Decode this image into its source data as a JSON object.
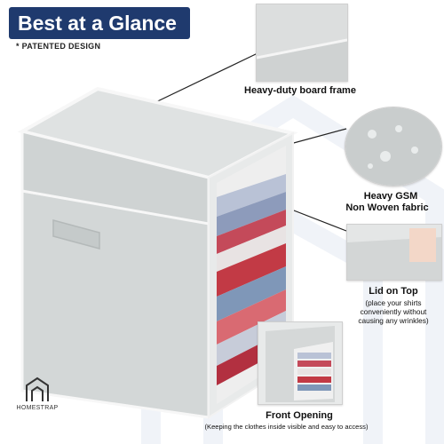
{
  "header": {
    "title": "Best at a Glance",
    "note": "* PATENTED DESIGN"
  },
  "features": {
    "board_frame": "Heavy-duty board frame",
    "fabric_line1": "Heavy GSM",
    "fabric_line2": "Non Woven fabric",
    "lid_title": "Lid on Top",
    "lid_note1": "(place your shirts",
    "lid_note2": "conveniently without",
    "lid_note3": "causing any wrinkles)",
    "front_title": "Front Opening",
    "front_note": "(Keeping the clothes inside visible and easy to access)"
  },
  "brand": {
    "name": "HOMESTRAP"
  },
  "colors": {
    "banner": "#1f3a6e",
    "fabric": "#d9dcdc",
    "trim": "#f5f5f5"
  }
}
